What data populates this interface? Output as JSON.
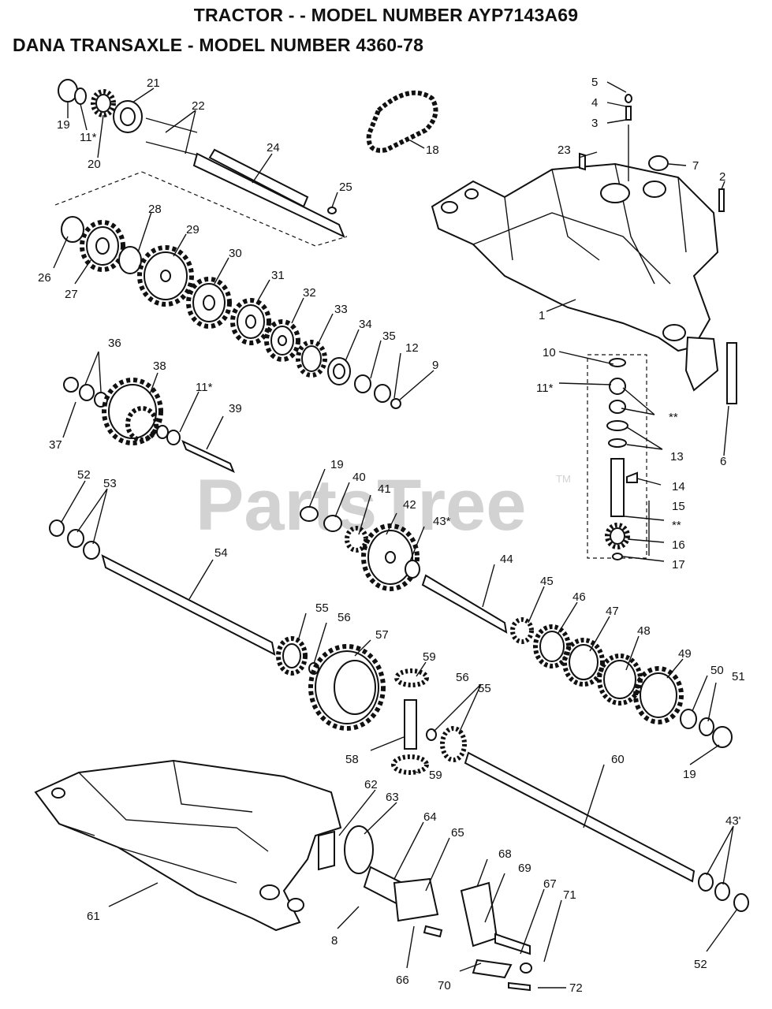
{
  "header": {
    "title_line1": "TRACTOR - - MODEL NUMBER AYP7143A69",
    "title_line2": "DANA TRANSAXLE - MODEL NUMBER 4360-78"
  },
  "watermark": {
    "text": "PartsTree",
    "trademark": "TM"
  },
  "callouts": [
    "19",
    "11*",
    "20",
    "21",
    "22",
    "24",
    "25",
    "18",
    "5",
    "4",
    "3",
    "23",
    "7",
    "2",
    "26",
    "28",
    "27",
    "29",
    "30",
    "31",
    "32",
    "33",
    "34",
    "35",
    "12",
    "9",
    "1",
    "36",
    "37",
    "38",
    "11*",
    "39",
    "10",
    "11*",
    "**",
    "13",
    "6",
    "52",
    "53",
    "19",
    "40",
    "41",
    "42",
    "43*",
    "14",
    "15",
    "**",
    "16",
    "17",
    "54",
    "55",
    "56",
    "44",
    "45",
    "46",
    "47",
    "48",
    "57",
    "59",
    "49",
    "50",
    "51",
    "56",
    "55",
    "58",
    "59",
    "60",
    "19",
    "62",
    "63",
    "64",
    "65",
    "68",
    "69",
    "67",
    "71",
    "43'",
    "61",
    "8",
    "66",
    "70",
    "72",
    "52"
  ]
}
